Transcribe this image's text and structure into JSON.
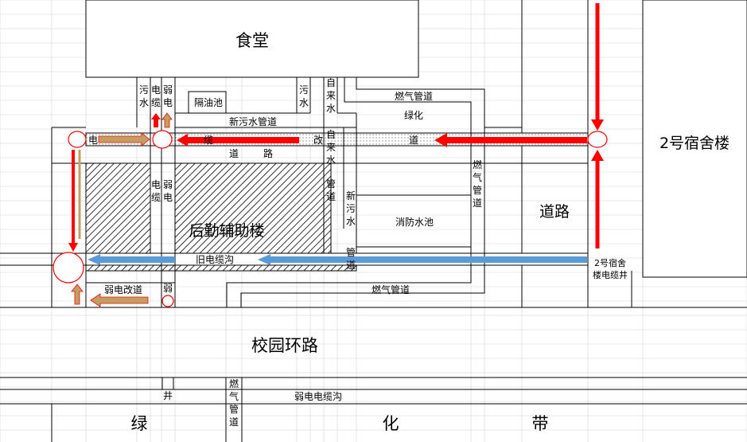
{
  "labels": {
    "canteen": "食堂",
    "dorm2": "2号宿舍楼",
    "logistics": "后勤辅助楼",
    "road_right": "道路",
    "campus_ring": "校园环路",
    "green_1": "绿",
    "green_2": "化",
    "green_3": "带",
    "greening": "绿化",
    "grease_pool": "隔油池",
    "fire_pool": "消防水池",
    "new_sewage_pipe": "新污水管道",
    "old_cable_trench": "旧电缆沟",
    "weak_reroute": "弱电改道",
    "weak_cable_trench": "弱电电缆沟",
    "gas_pipe": "燃气管道",
    "well": "井",
    "dorm_cable_well_1": "2号宿舍",
    "dorm_cable_well_2": "楼电缆井",
    "cable_reroute_road": [
      "电",
      "缆",
      "改",
      "道"
    ],
    "road_word": [
      "道",
      "路"
    ],
    "sewage": [
      "污",
      "水"
    ],
    "cable": [
      "电",
      "缆"
    ],
    "weak": [
      "弱",
      "电"
    ],
    "weak_single": "弱",
    "sewage2": [
      "污",
      "水"
    ],
    "tap_water": [
      "自",
      "来",
      "水"
    ],
    "tap_pipe": [
      "自",
      "来",
      "水",
      "管",
      "道"
    ],
    "new_sewage_v": [
      "新",
      "污",
      "水"
    ],
    "gas_v": [
      "燃",
      "气",
      "管",
      "道"
    ],
    "pipe_v": [
      "管",
      "道"
    ]
  },
  "colors": {
    "line": "#000000",
    "grid": "#d4d4d4",
    "red_arrow": "#ff0000",
    "blue_arrow": "#5b9bd5",
    "olive_arrow": "#c0a060",
    "hatch": "#000000",
    "gray_band": "#e6e6e6"
  }
}
